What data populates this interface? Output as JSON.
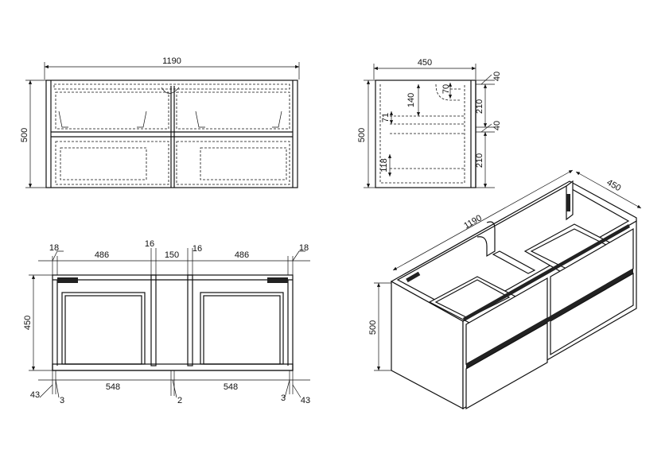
{
  "views": {
    "front": {
      "width_label": "1190",
      "height_label": "500"
    },
    "side": {
      "width_label": "450",
      "height_label": "500",
      "top_gap_label": "40",
      "mid_gap_label": "40",
      "upper_drawer_label": "210",
      "lower_drawer_label": "210",
      "cutout_depth_label": "140",
      "cutout_width_label": "70",
      "upper_offset_label": "71",
      "lower_offset_label": "118"
    },
    "top": {
      "edge_left_label": "18",
      "edge_right_label": "18",
      "bay_left_label": "486",
      "bay_right_label": "486",
      "divider_left_label": "16",
      "divider_right_label": "16",
      "center_label": "150",
      "depth_label": "450",
      "front_left_label": "548",
      "front_right_label": "548",
      "gap_left_label": "3",
      "gap_center_label": "2",
      "gap_right_label": "3",
      "overhang_left_label": "43",
      "overhang_right_label": "43"
    },
    "iso": {
      "width_label": "1190",
      "depth_label": "450",
      "height_label": "500"
    }
  }
}
